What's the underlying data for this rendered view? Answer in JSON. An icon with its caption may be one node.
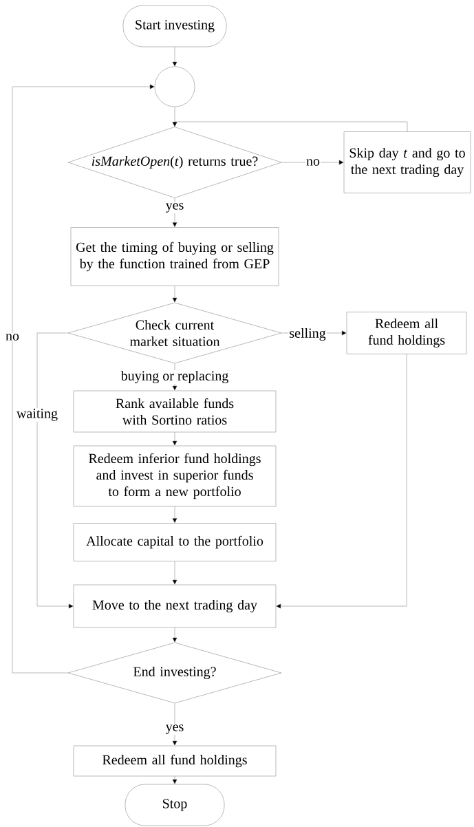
{
  "diagram": {
    "nodes": [
      {
        "text": [
          "Start investing"
        ]
      },
      {
        "text": [],
        "shape": "circle"
      },
      {
        "text": [
          "*isMarketOpen*(*t*) returns true?"
        ]
      },
      {
        "text": [
          "Skip day *t* and go to the next trading day"
        ]
      },
      {
        "text": [
          "Get the timing of buying or selling by the function trained from GEP"
        ]
      },
      {
        "text": [
          "Check current market situation"
        ]
      },
      {
        "text": [
          "Redeem all fund holdings"
        ]
      },
      {
        "text": [
          "Rank available funds with Sortino ratios"
        ]
      },
      {
        "text": [
          "Redeem inferior fund holdings and invest in superior funds to form a new portfolio"
        ]
      },
      {
        "text": [
          "Allocate capital to the portfolio"
        ]
      },
      {
        "text": [
          "Move to the next trading day"
        ]
      },
      {
        "text": [
          "End investing?"
        ]
      },
      {
        "text": [
          "Redeem all fund holdings"
        ]
      },
      {
        "text": [
          "Stop"
        ]
      }
    ],
    "edges": [
      {
        "from": 0,
        "to": 1,
        "arrow": "to"
      },
      {
        "from": 1,
        "to": 2,
        "arrow": "to"
      },
      {
        "from": 2,
        "to": 3,
        "arrow": "to",
        "label": "no"
      },
      {
        "from": 3,
        "to": 2,
        "arrow": "to"
      },
      {
        "from": 2,
        "to": 4,
        "arrow": "to",
        "label": "yes"
      },
      {
        "from": 4,
        "to": 5,
        "arrow": "to"
      },
      {
        "from": 5,
        "to": 6,
        "arrow": "to",
        "label": "selling"
      },
      {
        "from": 5,
        "to": 7,
        "arrow": "to",
        "label": "buying or replacing"
      },
      {
        "from": 7,
        "to": 8,
        "arrow": "to"
      },
      {
        "from": 8,
        "to": 9,
        "arrow": "to"
      },
      {
        "from": 9,
        "to": 10,
        "arrow": "to"
      },
      {
        "from": 5,
        "to": 10,
        "arrow": "to",
        "label": "waiting"
      },
      {
        "from": 6,
        "to": 10,
        "arrow": "to"
      },
      {
        "from": 10,
        "to": 11,
        "arrow": "to"
      },
      {
        "from": 11,
        "to": 1,
        "arrow": "to",
        "label": "no"
      },
      {
        "from": 11,
        "to": 12,
        "arrow": "to",
        "label": "yes"
      },
      {
        "from": 12,
        "to": 13,
        "arrow": "to"
      }
    ]
  }
}
